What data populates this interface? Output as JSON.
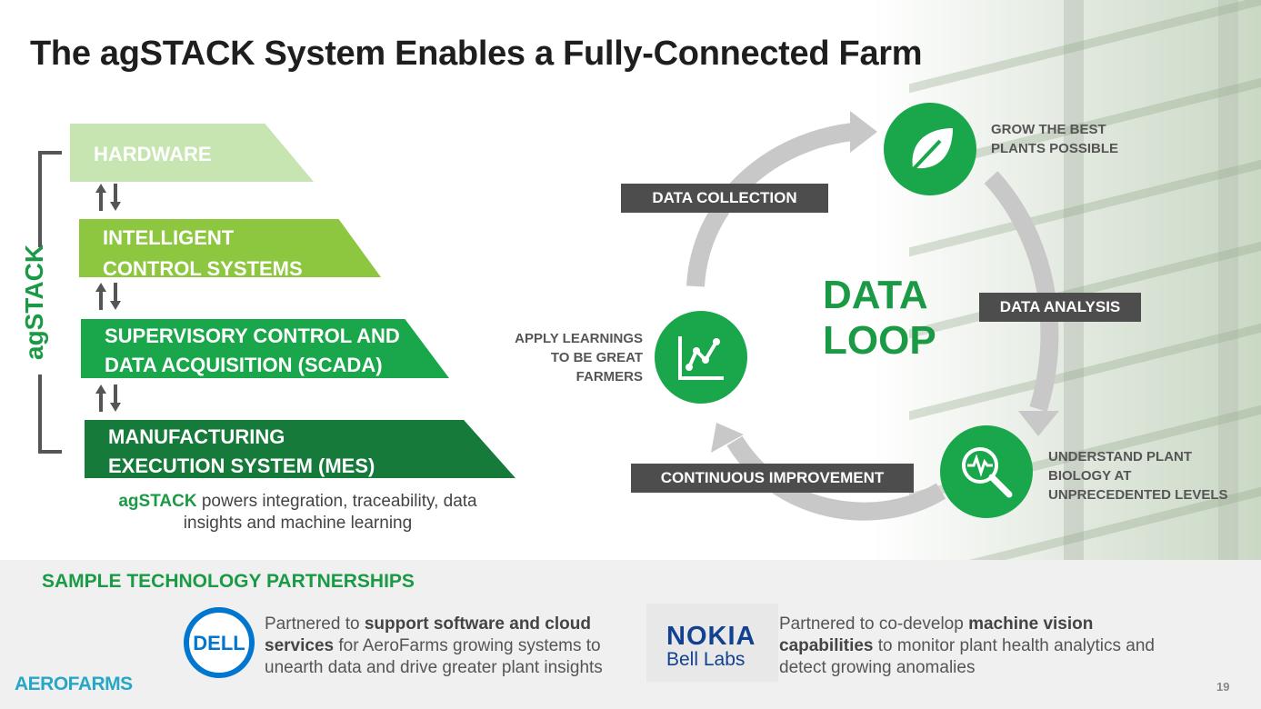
{
  "title": "The agSTACK System Enables a Fully-Connected Farm",
  "stack": {
    "label": "agSTACK",
    "layers": [
      {
        "line1": "HARDWARE",
        "line2": ""
      },
      {
        "line1": "INTELLIGENT",
        "line2": "CONTROL SYSTEMS"
      },
      {
        "line1": "SUPERVISORY CONTROL AND",
        "line2": "DATA ACQUISITION (SCADA)"
      },
      {
        "line1": "MANUFACTURING",
        "line2": "EXECUTION SYSTEM (MES)"
      }
    ],
    "caption_brand": "agSTACK",
    "caption_rest": " powers integration, traceability, data insights and machine learning"
  },
  "loop": {
    "center_line1": "DATA",
    "center_line2": "LOOP",
    "labels": {
      "data_collection": "DATA COLLECTION",
      "data_analysis": "DATA ANALYSIS",
      "continuous_improvement": "CONTINUOUS IMPROVEMENT"
    },
    "notes": {
      "grow_line1": "GROW THE BEST",
      "grow_line2": "PLANTS POSSIBLE",
      "apply_line1": "APPLY LEARNINGS",
      "apply_line2": "TO BE GREAT",
      "apply_line3": "FARMERS",
      "understand_line1": "UNDERSTAND PLANT",
      "understand_line2": "BIOLOGY AT",
      "understand_line3": "UNPRECEDENTED LEVELS"
    },
    "icons": [
      "leaf-icon",
      "line-chart-icon",
      "magnifier-pulse-icon"
    ]
  },
  "partners": {
    "title": "SAMPLE TECHNOLOGY PARTNERSHIPS",
    "dell": {
      "logo_text": "DELL",
      "pre": "Partnered to ",
      "bold": "support software and cloud services",
      "post": " for AeroFarms growing systems to unearth data and drive greater plant insights"
    },
    "nokia": {
      "logo_line1": "NOKIA",
      "logo_line2": "Bell Labs",
      "pre": "Partnered to co-develop ",
      "bold": "machine vision capabilities",
      "post": " to monitor plant health analytics and detect growing anomalies"
    }
  },
  "brand": "AEROFARMS",
  "page_number": "19",
  "colors": {
    "green": "#1aa64a",
    "dark_green": "#167a3a",
    "light_green": "#8dc63f",
    "pale_green": "#c6e5b0",
    "label_gray": "#4d4d4d",
    "dell_blue": "#0076ce",
    "nokia_blue": "#124191",
    "aerofarms_blue": "#27a7c8"
  }
}
